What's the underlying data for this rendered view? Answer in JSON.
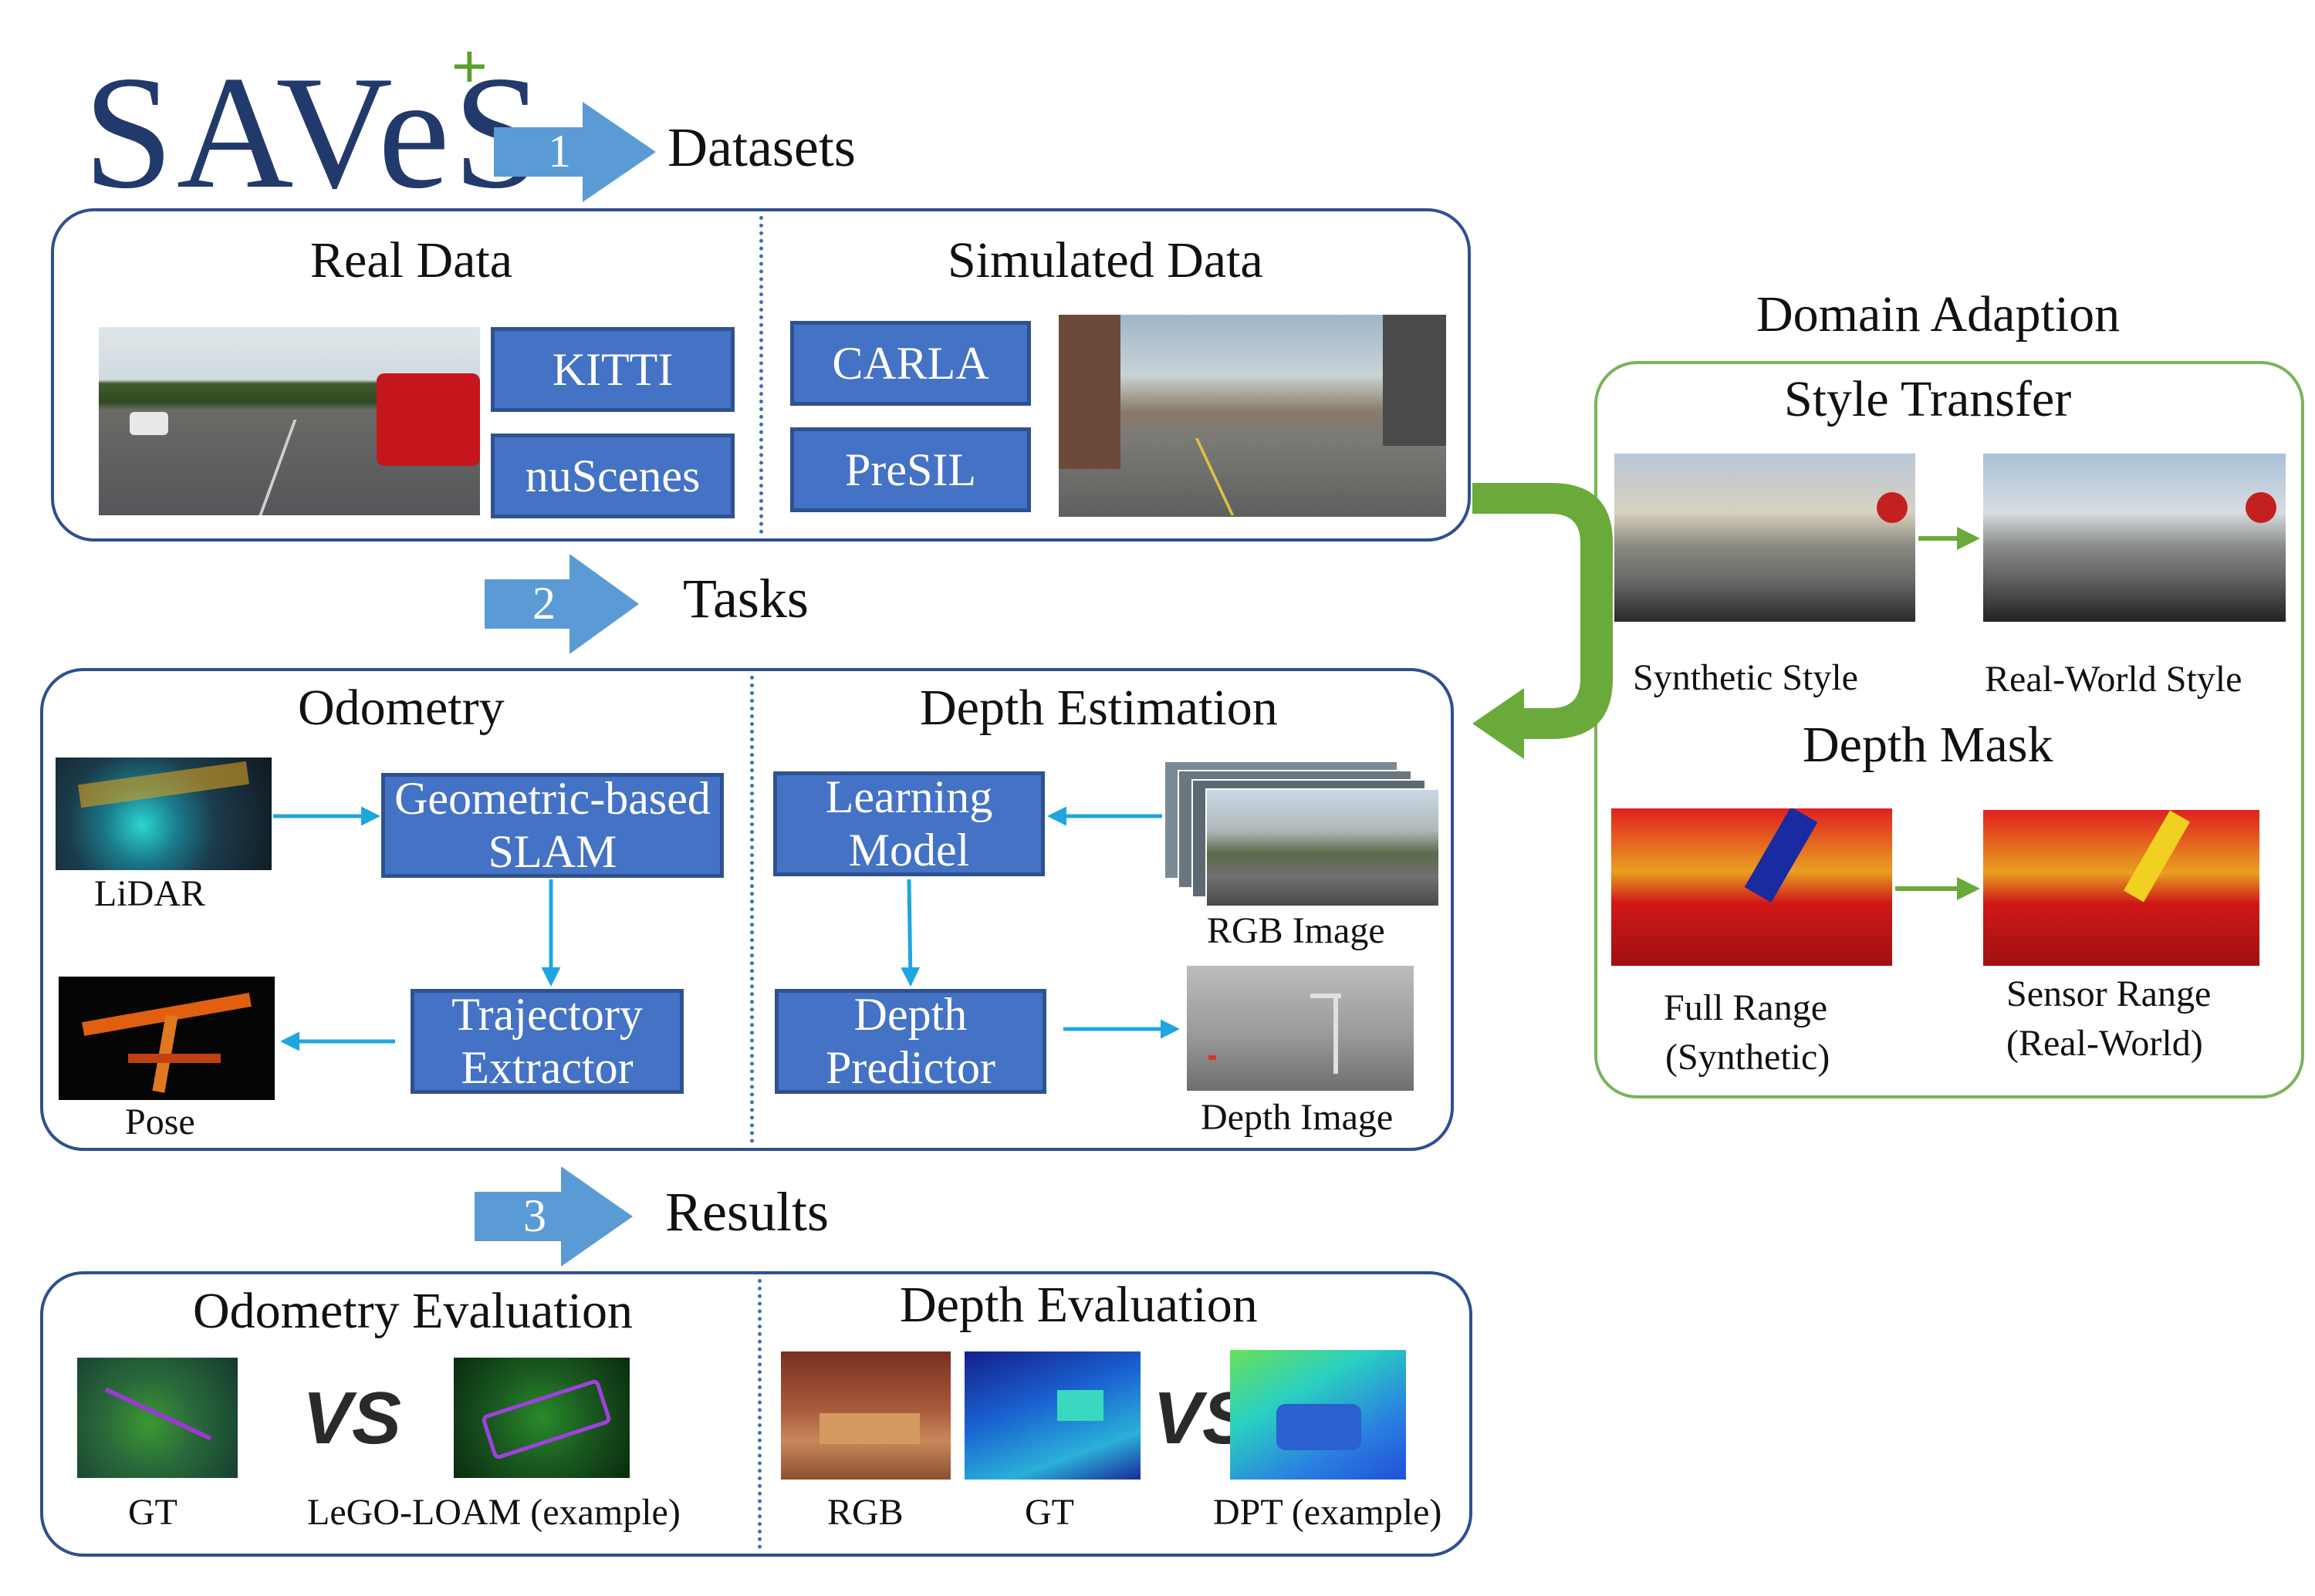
{
  "logo": {
    "text": "SAVeS",
    "plus": "+"
  },
  "steps": [
    {
      "num": "1",
      "label": "Datasets"
    },
    {
      "num": "2",
      "label": "Tasks"
    },
    {
      "num": "3",
      "label": "Results"
    }
  ],
  "datasets": {
    "real_title": "Real Data",
    "sim_title": "Simulated Data",
    "real_boxes": [
      "KITTI",
      "nuScenes"
    ],
    "sim_boxes": [
      "CARLA",
      "PreSIL"
    ]
  },
  "tasks": {
    "odometry_title": "Odometry",
    "depth_title": "Depth Estimation",
    "lidar_caption": "LiDAR",
    "slam_box": "Geometric-based SLAM",
    "trajectory_box": "Trajectory Extractor",
    "pose_caption": "Pose",
    "learning_box": "Learning Model",
    "depth_predictor_box": "Depth Predictor",
    "rgb_image_caption": "RGB Image",
    "depth_image_caption": "Depth Image"
  },
  "results": {
    "odometry_eval_title": "Odometry Evaluation",
    "depth_eval_title": "Depth Evaluation",
    "gt_caption": "GT",
    "lego_caption": "LeGO-LOAM (example)",
    "rgb_caption": "RGB",
    "gt2_caption": "GT",
    "dpt_caption": "DPT (example)",
    "vs_label": "VS"
  },
  "domain": {
    "title": "Domain Adaption",
    "style_title": "Style Transfer",
    "synthetic_caption": "Synthetic Style",
    "realworld_caption": "Real-World Style",
    "mask_title": "Depth Mask",
    "full_range_caption": [
      "Full Range",
      "(Synthetic)"
    ],
    "sensor_range_caption": [
      "Sensor Range",
      "(Real-World)"
    ]
  },
  "colors": {
    "panel_border": "#2f4f8f",
    "box_fill": "#4472c4",
    "step_arrow": "#5b9bd5",
    "flow_arrow": "#1fa6e0",
    "domain_border": "#7cb35a",
    "domain_arrow": "#6aaa3a"
  }
}
